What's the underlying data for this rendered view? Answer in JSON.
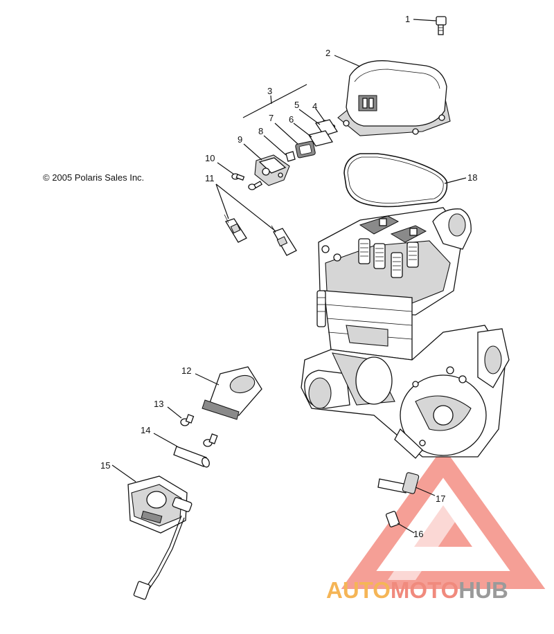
{
  "copyright": "© 2005 Polaris Sales Inc.",
  "callouts": [
    {
      "id": "callout-1",
      "label": "1"
    },
    {
      "id": "callout-2",
      "label": "2"
    },
    {
      "id": "callout-3",
      "label": "3"
    },
    {
      "id": "callout-4",
      "label": "4"
    },
    {
      "id": "callout-5",
      "label": "5"
    },
    {
      "id": "callout-6",
      "label": "6"
    },
    {
      "id": "callout-7",
      "label": "7"
    },
    {
      "id": "callout-8",
      "label": "8"
    },
    {
      "id": "callout-9",
      "label": "9"
    },
    {
      "id": "callout-10",
      "label": "10"
    },
    {
      "id": "callout-11",
      "label": "11"
    },
    {
      "id": "callout-12",
      "label": "12"
    },
    {
      "id": "callout-13",
      "label": "13"
    },
    {
      "id": "callout-14",
      "label": "14"
    },
    {
      "id": "callout-15",
      "label": "15"
    },
    {
      "id": "callout-16",
      "label": "16"
    },
    {
      "id": "callout-17",
      "label": "17"
    },
    {
      "id": "callout-18",
      "label": "18"
    }
  ],
  "watermark": {
    "part1": "AUTOMOTO",
    "part2": "HUB",
    "colors": {
      "auto": "#f5b556",
      "moto": "#f08a7d",
      "hub": "#9a9a9a",
      "triangle": "#f27f73"
    }
  }
}
